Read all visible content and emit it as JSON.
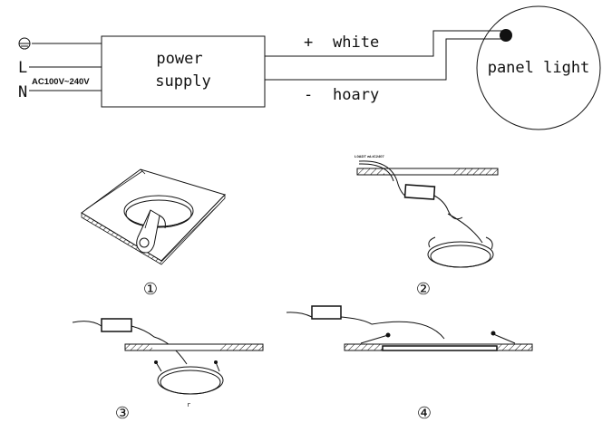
{
  "wiring": {
    "ground_symbol": "ground-icon",
    "line_label": "L",
    "neutral_label": "N",
    "voltage_label": "AC100V~240V",
    "power_supply_line1": "power",
    "power_supply_line2": "supply",
    "positive_sign": "+",
    "positive_label": "white",
    "negative_sign": "-",
    "negative_label": "hoary",
    "panel_label": "panel light"
  },
  "steps": [
    {
      "number": "①"
    },
    {
      "number": "②",
      "tiny_label": "L0ADT wLtC2407"
    },
    {
      "number": "③",
      "mark": "r"
    },
    {
      "number": "④"
    }
  ]
}
